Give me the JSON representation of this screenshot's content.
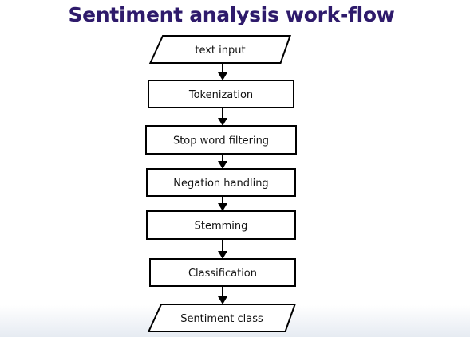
{
  "title": "Sentiment analysis work-flow",
  "diagram": {
    "nodes": [
      {
        "id": "text-input",
        "label": "text input",
        "shape": "parallelogram"
      },
      {
        "id": "tokenization",
        "label": "Tokenization",
        "shape": "rect"
      },
      {
        "id": "stop-word-filtering",
        "label": "Stop word filtering",
        "shape": "rect"
      },
      {
        "id": "negation-handling",
        "label": "Negation handling",
        "shape": "rect"
      },
      {
        "id": "stemming",
        "label": "Stemming",
        "shape": "rect"
      },
      {
        "id": "classification",
        "label": "Classification",
        "shape": "rect"
      },
      {
        "id": "sentiment-class",
        "label": "Sentiment class",
        "shape": "parallelogram"
      }
    ],
    "edges": [
      {
        "from": "text-input",
        "to": "tokenization"
      },
      {
        "from": "tokenization",
        "to": "stop-word-filtering"
      },
      {
        "from": "stop-word-filtering",
        "to": "negation-handling"
      },
      {
        "from": "negation-handling",
        "to": "stemming"
      },
      {
        "from": "stemming",
        "to": "classification"
      },
      {
        "from": "classification",
        "to": "sentiment-class"
      }
    ]
  },
  "colors": {
    "title": "#2e1a6b",
    "stroke": "#000000",
    "fill": "#ffffff"
  }
}
